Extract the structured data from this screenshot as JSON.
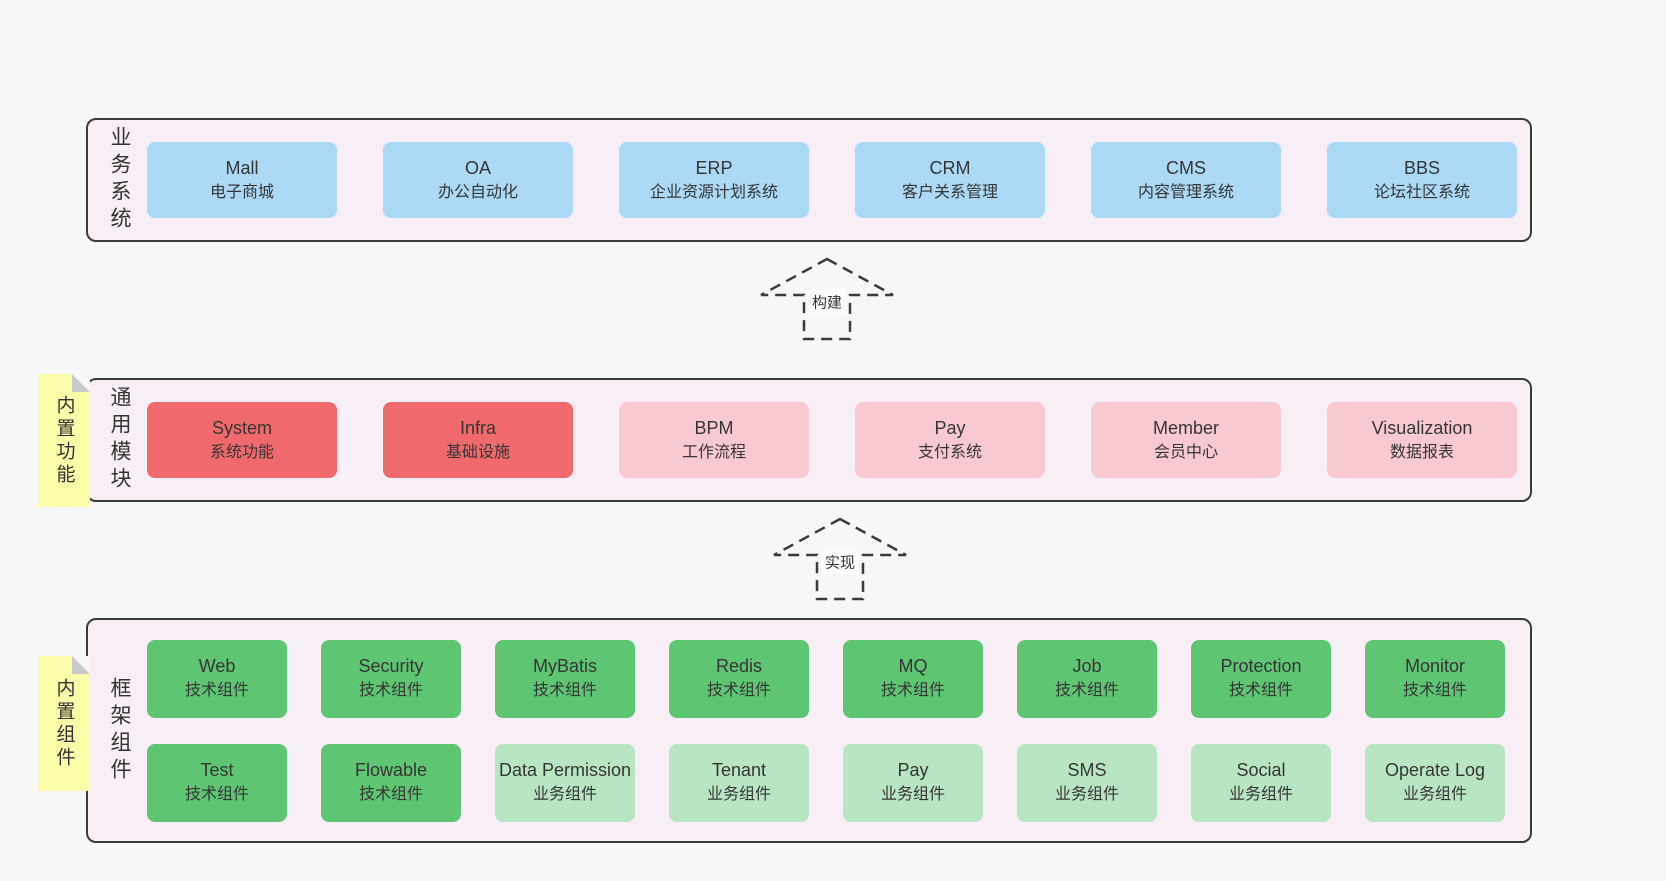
{
  "colors": {
    "page": "#f7f7f7",
    "panel": "#f8eef6",
    "accentBorder": "#3a3a3a",
    "note": "#fbfcaa",
    "blue": "#abd9f6",
    "red": "#f0696c",
    "pink": "#f9c9d2",
    "green": "#5ec573",
    "lightgreen": "#b9e6c2"
  },
  "arrows": [
    {
      "label": "构建"
    },
    {
      "label": "实现"
    }
  ],
  "layers": [
    {
      "label": "业务系统",
      "note": null,
      "boxes": [
        {
          "title": "Mall",
          "subtitle": "电子商城",
          "variant": "blue"
        },
        {
          "title": "OA",
          "subtitle": "办公自动化",
          "variant": "blue"
        },
        {
          "title": "ERP",
          "subtitle": "企业资源计划系统",
          "variant": "blue"
        },
        {
          "title": "CRM",
          "subtitle": "客户关系管理",
          "variant": "blue"
        },
        {
          "title": "CMS",
          "subtitle": "内容管理系统",
          "variant": "blue"
        },
        {
          "title": "BBS",
          "subtitle": "论坛社区系统",
          "variant": "blue"
        }
      ]
    },
    {
      "label": "通用模块",
      "note": "内置功能",
      "boxes": [
        {
          "title": "System",
          "subtitle": "系统功能",
          "variant": "red"
        },
        {
          "title": "Infra",
          "subtitle": "基础设施",
          "variant": "red"
        },
        {
          "title": "BPM",
          "subtitle": "工作流程",
          "variant": "pink"
        },
        {
          "title": "Pay",
          "subtitle": "支付系统",
          "variant": "pink"
        },
        {
          "title": "Member",
          "subtitle": "会员中心",
          "variant": "pink"
        },
        {
          "title": "Visualization",
          "subtitle": "数据报表",
          "variant": "pink"
        }
      ]
    },
    {
      "label": "框架组件",
      "note": "内置组件",
      "boxes": [
        {
          "title": "Web",
          "subtitle": "技术组件",
          "variant": "green"
        },
        {
          "title": "Security",
          "subtitle": "技术组件",
          "variant": "green"
        },
        {
          "title": "MyBatis",
          "subtitle": "技术组件",
          "variant": "green"
        },
        {
          "title": "Redis",
          "subtitle": "技术组件",
          "variant": "green"
        },
        {
          "title": "MQ",
          "subtitle": "技术组件",
          "variant": "green"
        },
        {
          "title": "Job",
          "subtitle": "技术组件",
          "variant": "green"
        },
        {
          "title": "Protection",
          "subtitle": "技术组件",
          "variant": "green"
        },
        {
          "title": "Monitor",
          "subtitle": "技术组件",
          "variant": "green"
        },
        {
          "title": "Test",
          "subtitle": "技术组件",
          "variant": "green"
        },
        {
          "title": "Flowable",
          "subtitle": "技术组件",
          "variant": "green"
        },
        {
          "title": "Data Permission",
          "subtitle": "业务组件",
          "variant": "lightgreen"
        },
        {
          "title": "Tenant",
          "subtitle": "业务组件",
          "variant": "lightgreen"
        },
        {
          "title": "Pay",
          "subtitle": "业务组件",
          "variant": "lightgreen"
        },
        {
          "title": "SMS",
          "subtitle": "业务组件",
          "variant": "lightgreen"
        },
        {
          "title": "Social",
          "subtitle": "业务组件",
          "variant": "lightgreen"
        },
        {
          "title": "Operate Log",
          "subtitle": "业务组件",
          "variant": "lightgreen"
        }
      ]
    }
  ]
}
